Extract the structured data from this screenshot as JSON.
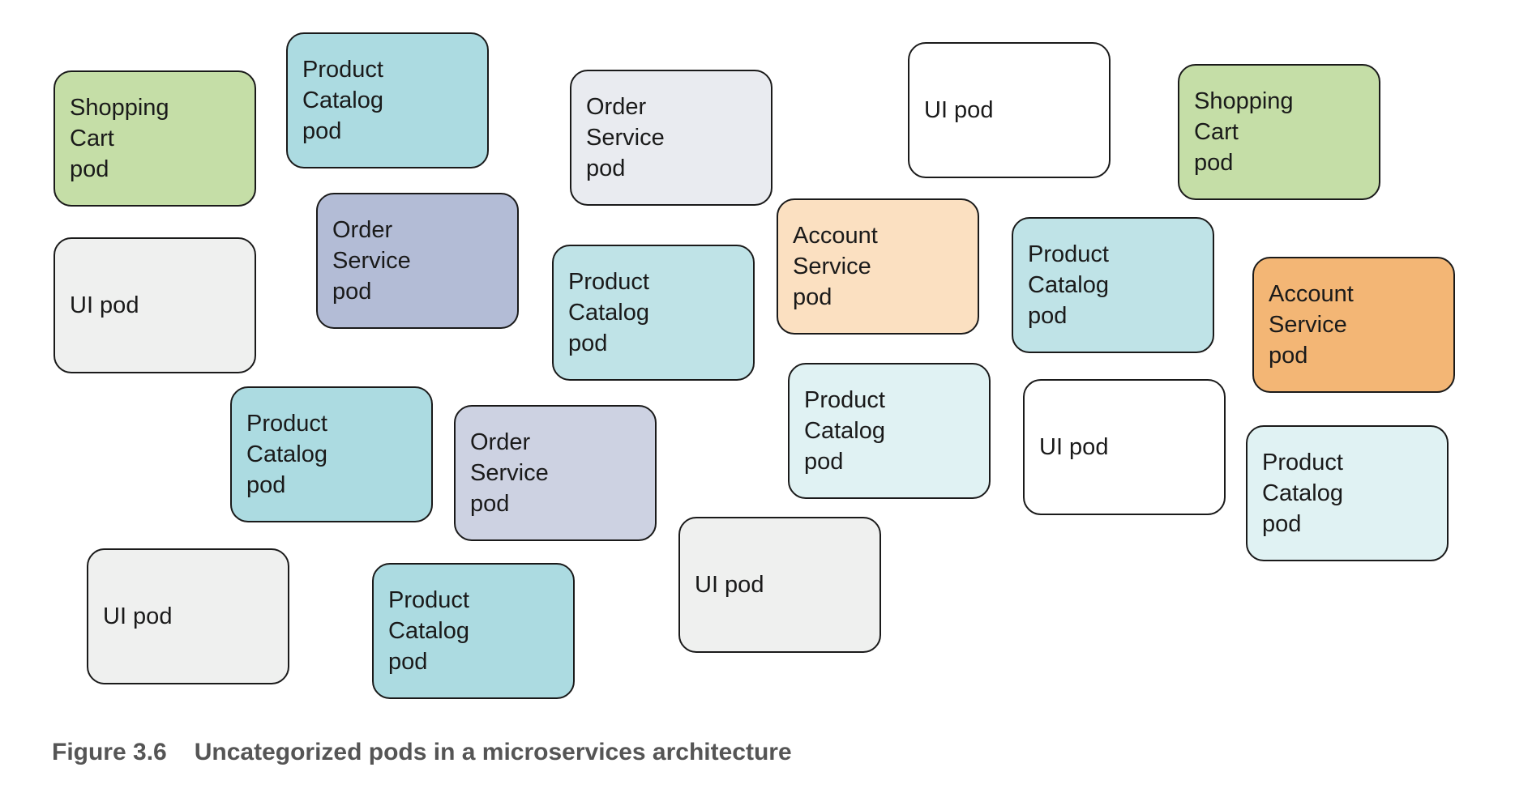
{
  "pods": [
    {
      "label": "Shopping\nCart\npod",
      "color": "#c5dea7"
    },
    {
      "label": "Product\nCatalog\npod",
      "color": "#acdbe1"
    },
    {
      "label": "Order\nService\npod",
      "color": "#e9ebf0"
    },
    {
      "label": "UI pod",
      "color": "#ffffff"
    },
    {
      "label": "Shopping\nCart\npod",
      "color": "#c5dea7"
    },
    {
      "label": "UI pod",
      "color": "#eff0ef"
    },
    {
      "label": "Order\nService\npod",
      "color": "#b3bcd6"
    },
    {
      "label": "Product\nCatalog\npod",
      "color": "#bfe3e7"
    },
    {
      "label": "Account\nService\npod",
      "color": "#fbe0c1"
    },
    {
      "label": "Product\nCatalog\npod",
      "color": "#bfe3e7"
    },
    {
      "label": "Account\nService\npod",
      "color": "#f3b675"
    },
    {
      "label": "Product\nCatalog\npod",
      "color": "#acdbe1"
    },
    {
      "label": "Order\nService\npod",
      "color": "#cdd2e2"
    },
    {
      "label": "Product\nCatalog\npod",
      "color": "#e0f2f3"
    },
    {
      "label": "UI pod",
      "color": "#ffffff"
    },
    {
      "label": "Product\nCatalog\npod",
      "color": "#e0f2f3"
    },
    {
      "label": "UI pod",
      "color": "#eff0ef"
    },
    {
      "label": "Product\nCatalog\npod",
      "color": "#acdbe1"
    },
    {
      "label": "UI pod",
      "color": "#eff0ef"
    }
  ],
  "caption": {
    "number": "Figure 3.6",
    "text": "Uncategorized pods in a microservices architecture"
  }
}
